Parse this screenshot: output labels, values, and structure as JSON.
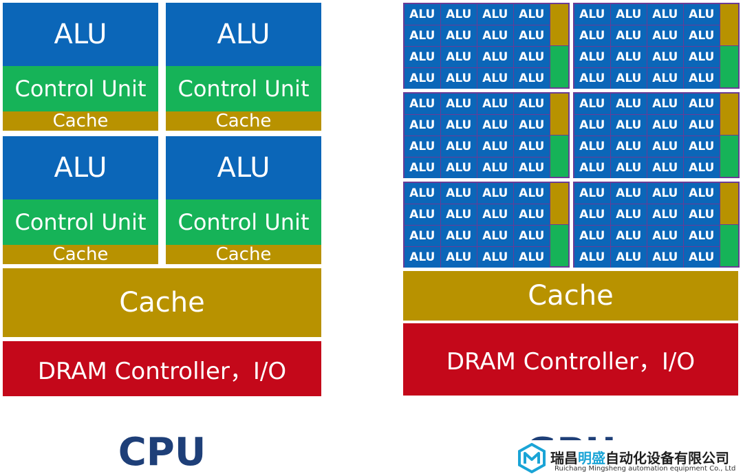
{
  "cpu": {
    "cores": [
      {
        "alu": "ALU",
        "control_unit": "Control Unit",
        "cache": "Cache"
      },
      {
        "alu": "ALU",
        "control_unit": "Control Unit",
        "cache": "Cache"
      },
      {
        "alu": "ALU",
        "control_unit": "Control Unit",
        "cache": "Cache"
      },
      {
        "alu": "ALU",
        "control_unit": "Control Unit",
        "cache": "Cache"
      }
    ],
    "shared_cache": "Cache",
    "dram": "DRAM Controller，I/O",
    "label": "CPU"
  },
  "gpu": {
    "alu_label": "ALU",
    "shared_cache": "Cache",
    "dram": "DRAM Controller，I/O",
    "label": "GPU"
  },
  "logo": {
    "name_part1": "瑞昌",
    "name_highlight": "明盛",
    "name_part2": "自动化设备有限公司",
    "english": "Ruichang Mingsheng automation equipment Co., Ltd"
  },
  "colors": {
    "alu_blue": "#0b66b8",
    "control_green": "#16b358",
    "cache_gold": "#b89200",
    "dram_red": "#c4081a",
    "cluster_purple": "#6a3b96",
    "label_navy": "#1e3f78",
    "logo_accent": "#1aa4d6"
  }
}
